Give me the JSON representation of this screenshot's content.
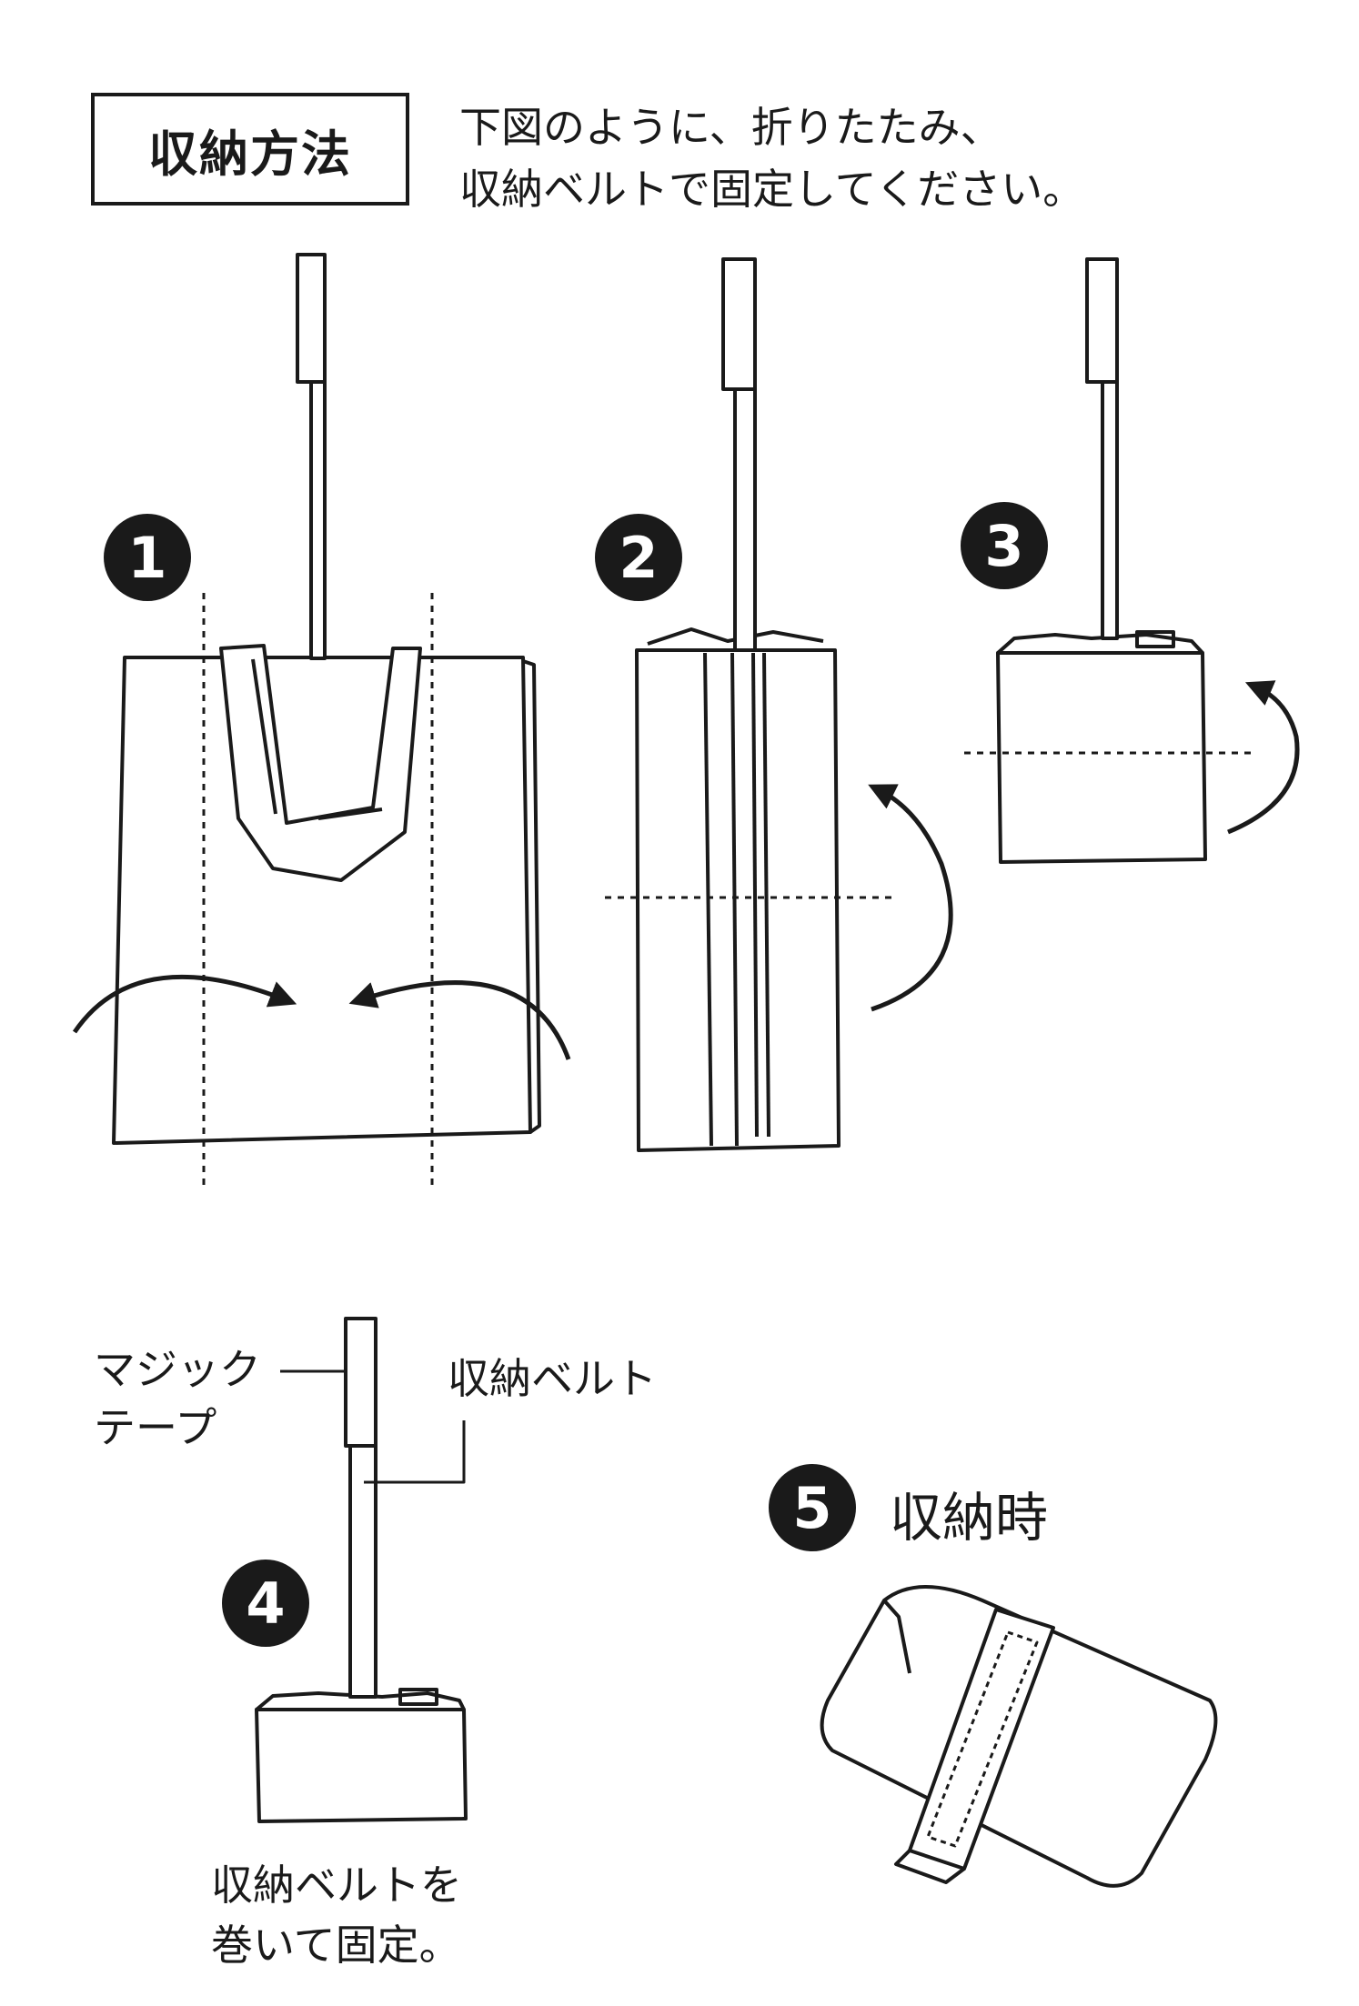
{
  "header": {
    "title": "収納方法",
    "instruction_line1": "下図のように、折りたたみ、",
    "instruction_line2": "収納ベルトで固定してください。"
  },
  "steps": [
    {
      "number": "1"
    },
    {
      "number": "2"
    },
    {
      "number": "3"
    },
    {
      "number": "4"
    },
    {
      "number": "5",
      "caption": "収納時"
    }
  ],
  "callouts": {
    "magic_tape_line1": "マジック",
    "magic_tape_line2": "テープ",
    "storage_belt": "収納ベルト",
    "fix_line1": "収納ベルトを",
    "fix_line2": "巻いて固定。"
  },
  "colors": {
    "ink": "#1a1a1a",
    "paper": "#ffffff"
  }
}
